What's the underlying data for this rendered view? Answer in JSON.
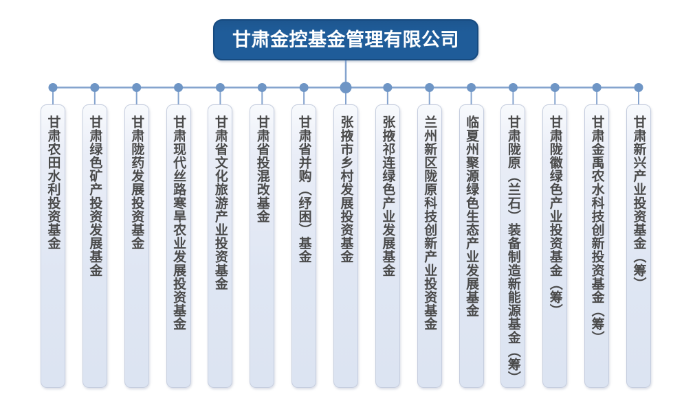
{
  "org_chart": {
    "root": {
      "title": "甘肃金控基金管理有限公司"
    },
    "funds": [
      {
        "name": "甘肃农田水利投资基金"
      },
      {
        "name": "甘肃绿色矿产投资发展基金"
      },
      {
        "name": "甘肃陇药发展投资基金"
      },
      {
        "name": "甘肃现代丝路寒旱农业发展投资基金"
      },
      {
        "name": "甘肃省文化旅游产业投资基金"
      },
      {
        "name": "甘肃省投混改基金"
      },
      {
        "name": "甘肃省并购（纾困）基金"
      },
      {
        "name": "张掖市乡村发展投资基金"
      },
      {
        "name": "张掖祁连绿色产业发展基金"
      },
      {
        "name": "兰州新区陇原科技创新产业投资基金"
      },
      {
        "name": "临夏州聚源绿色生态产业发展基金"
      },
      {
        "name": "甘肃陇原（兰石）装备制造新能源基金（筹）"
      },
      {
        "name": "甘肃陇徽绿色产业投资基金（筹）"
      },
      {
        "name": "甘肃金禹农水科技创新投资基金（筹）"
      },
      {
        "name": "甘肃新兴产业投资基金（筹）"
      }
    ],
    "colors": {
      "root_fill": "#1F5C99",
      "root_border": "#164A7F",
      "root_text": "#FFFFFF",
      "connector_line": "#84A3CE",
      "connector_dot": "#6E95C5",
      "fund_box_fill": "#E2E8F4",
      "fund_box_border": "#C6CEDF",
      "fund_text": "#4A4A4A"
    }
  }
}
